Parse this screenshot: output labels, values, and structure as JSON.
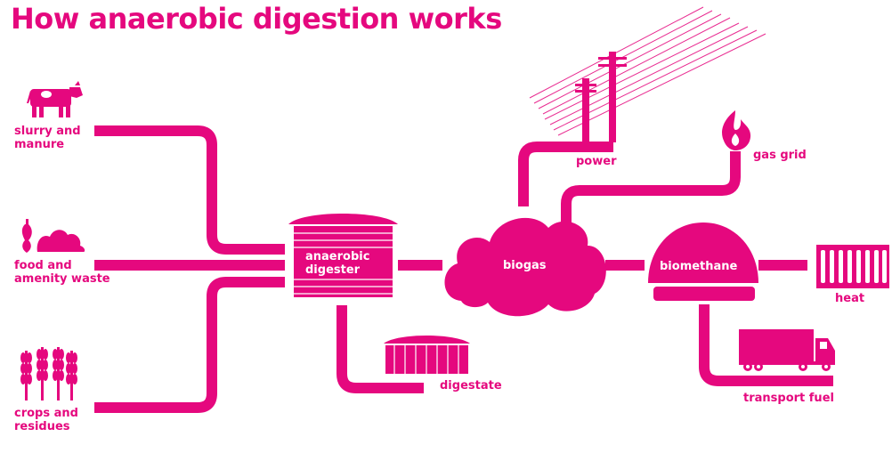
{
  "title": "How anaerobic digestion works",
  "colors": {
    "accent": "#e5087e",
    "background": "#ffffff",
    "text_on_accent": "#ffffff"
  },
  "inputs": {
    "slurry": {
      "line1": "slurry and",
      "line2": "manure",
      "icon": "cow-icon"
    },
    "food": {
      "line1": "food and",
      "line2": "amenity waste",
      "icon": "food-waste-icon"
    },
    "crops": {
      "line1": "crops and",
      "line2": "residues",
      "icon": "wheat-icon"
    }
  },
  "digester": {
    "line1": "anaerobic",
    "line2": "digester"
  },
  "digestate": {
    "label": "digestate",
    "icon": "storage-tank-icon"
  },
  "biogas": {
    "label": "biogas"
  },
  "power": {
    "label": "power",
    "icon": "power-lines-icon"
  },
  "gas_grid": {
    "label": "gas grid",
    "icon": "flame-icon"
  },
  "biomethane": {
    "label": "biomethane"
  },
  "heat": {
    "label": "heat",
    "icon": "radiator-icon"
  },
  "transport_fuel": {
    "label": "transport fuel",
    "icon": "truck-icon"
  }
}
